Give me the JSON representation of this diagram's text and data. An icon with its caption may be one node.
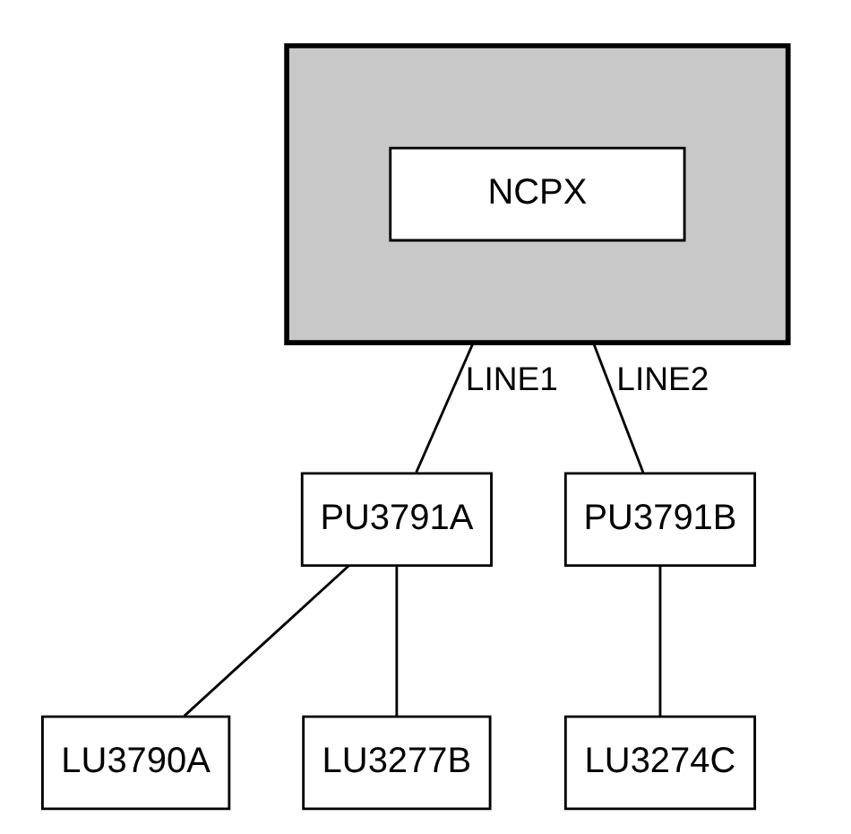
{
  "diagram": {
    "nodes": [
      {
        "text": [],
        "shape": "box"
      },
      {
        "text": [
          "NCPX"
        ],
        "in": 0
      },
      {
        "text": [
          "PU3791A"
        ]
      },
      {
        "text": [
          "PU3791B"
        ]
      },
      {
        "text": [
          "LU3790A"
        ]
      },
      {
        "text": [
          "LU3277B"
        ]
      },
      {
        "text": [
          "LU3274C"
        ]
      }
    ],
    "edges": [
      {
        "from": 0,
        "to": 2,
        "arrow": "none",
        "label": "LINE1"
      },
      {
        "from": 0,
        "to": 3,
        "arrow": "none",
        "label": "LINE2"
      },
      {
        "from": 2,
        "to": 4,
        "arrow": "none"
      },
      {
        "from": 2,
        "to": 5,
        "arrow": "none"
      },
      {
        "from": 3,
        "to": 6,
        "arrow": "none"
      }
    ]
  }
}
